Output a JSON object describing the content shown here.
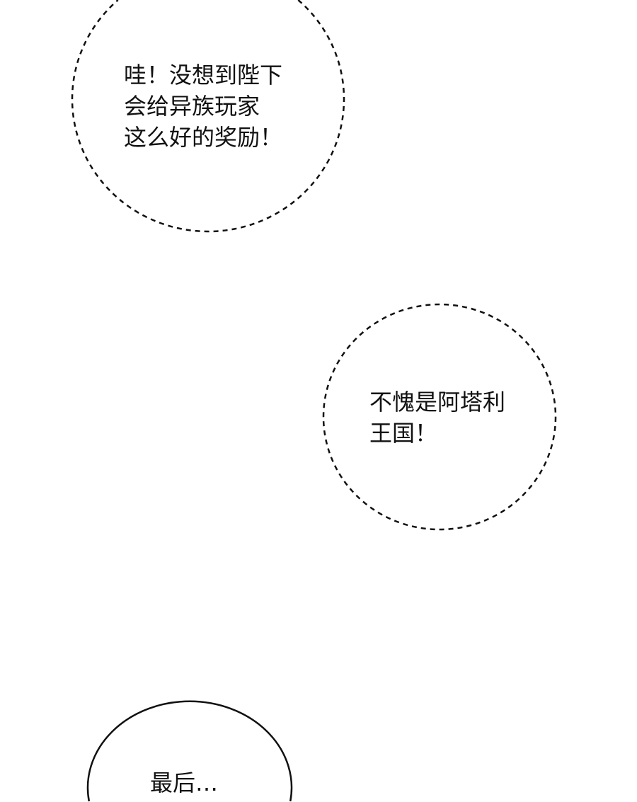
{
  "bubbles": [
    {
      "style": "dashed",
      "lines": [
        "哇！没想到陛下",
        "会给异族玩家",
        "这么好的奖励！"
      ]
    },
    {
      "style": "dashed",
      "lines": [
        "不愧是阿塔利",
        "王国！"
      ]
    },
    {
      "style": "solid",
      "lines": [
        "最后…"
      ]
    }
  ],
  "colors": {
    "background": "#ffffff",
    "ink": "#111111"
  }
}
